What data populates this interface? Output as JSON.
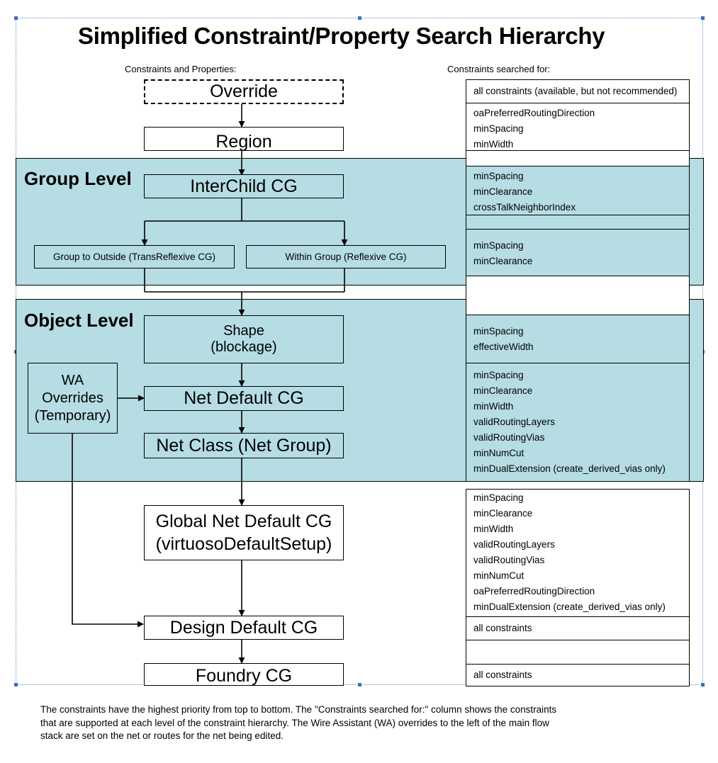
{
  "title": "Simplified Constraint/Property Search Hierarchy",
  "left_header": "Constraints and Properties:",
  "right_header": "Constraints searched for:",
  "levels": {
    "group": "Group Level",
    "object": "Object Level"
  },
  "boxes": {
    "override": "Override",
    "region": "Region",
    "interchild": "InterChild CG",
    "group_outside": "Group to Outside (TransReflexive CG)",
    "within_group": "Within Group (Reflexive CG)",
    "shape": "Shape\n(blockage)",
    "wa_overrides": "WA\nOverrides\n(Temporary)",
    "net_default": "Net Default CG",
    "net_class": "Net Class (Net Group)",
    "global_net_default": "Global Net Default CG\n(virtuosoDefaultSetup)",
    "design_default": "Design Default CG",
    "foundry": "Foundry CG"
  },
  "constraints": {
    "override": [
      "all constraints (available, but not recommended)"
    ],
    "region": [
      "oaPreferredRoutingDirection",
      "minSpacing",
      "minWidth"
    ],
    "interchild": [
      "minSpacing",
      "minClearance",
      "crossTalkNeighborIndex"
    ],
    "group": [
      "minSpacing",
      "minClearance"
    ],
    "shape": [
      "minSpacing",
      "effectiveWidth"
    ],
    "net": [
      "minSpacing",
      "minClearance",
      "minWidth",
      "validRoutingLayers",
      "validRoutingVias",
      "minNumCut",
      "minDualExtension (create_derived_vias only)"
    ],
    "global": [
      "minSpacing",
      "minClearance",
      "minWidth",
      "validRoutingLayers",
      "validRoutingVias",
      "minNumCut",
      "oaPreferredRoutingDirection",
      "minDualExtension (create_derived_vias only)"
    ],
    "design": [
      "all constraints"
    ],
    "foundry": [
      "all constraints"
    ]
  },
  "footnote": [
    "The  constraints have the highest priority from top to bottom.   The \"Constraints searched for:\" column shows the constraints",
    "that are supported at each level of the constraint hierarchy.   The Wire Assistant (WA) overrides to the left of the main flow",
    "stack are set on the net or routes for the net being edited."
  ]
}
